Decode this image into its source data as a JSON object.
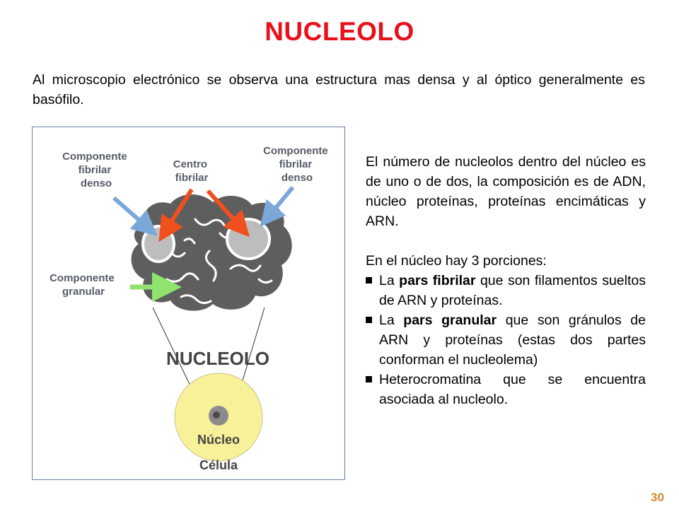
{
  "title": "NUCLEOLO",
  "intro": "Al microscopio electrónico se observa una estructura mas densa y al óptico generalmente es basófilo.",
  "figure": {
    "label_left_top": [
      "Componente",
      "fibrilar",
      "denso"
    ],
    "label_center": [
      "Centro",
      "fibrilar"
    ],
    "label_right_top": [
      "Componente",
      "fibrilar",
      "denso"
    ],
    "label_left_mid": [
      "Componente",
      "granular"
    ],
    "nucleolo_label": "NUCLEOLO",
    "nucleo_label": "Núcleo",
    "celula_label": "Célula",
    "colors": {
      "blue_arrow": "#7ba7d9",
      "red_arrow": "#f0501e",
      "green_arrow": "#8fe36e",
      "cell_fill": "#f7f19a",
      "mass": "#5e5e5e"
    }
  },
  "paragraph1": "El número de nucleolos dentro del núcleo es de uno o de dos, la composición es de ADN, núcleo proteínas, proteínas encimáticas y ARN.",
  "list_intro": "En el núcleo hay 3 porciones:",
  "bullets": [
    {
      "pre": "La ",
      "bold": "pars fibrilar",
      "post": " que son filamentos sueltos de ARN y proteínas."
    },
    {
      "pre": "La ",
      "bold": "pars granular",
      "post": " que son gránulos de ARN y proteínas (estas dos partes conforman el nucleolema)"
    },
    {
      "pre": "",
      "bold": "",
      "post": "Heterocromatina que se encuentra asociada al nucleolo."
    }
  ],
  "page_number": "30"
}
